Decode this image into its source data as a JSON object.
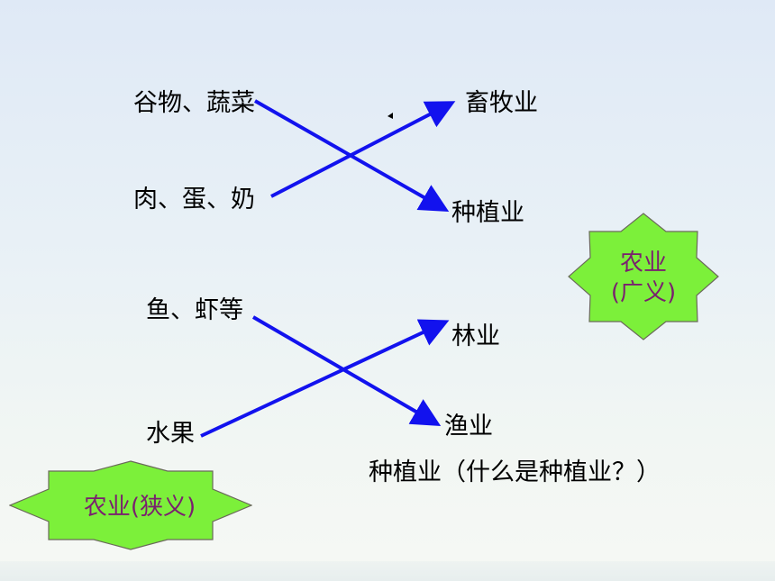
{
  "left_items": {
    "grain": "谷物、蔬菜",
    "meat": "肉、蛋、奶",
    "fish": "鱼、虾等",
    "fruit": "水果"
  },
  "right_items": {
    "animal_husbandry": "畜牧业",
    "planting": "种植业",
    "forestry": "林业",
    "fishery": "渔业"
  },
  "question": "种植业（什么是种植业？）",
  "broad_badge": {
    "line1": "农业",
    "line2": "(广义)"
  },
  "narrow_badge": {
    "text": "农业(狭义)"
  },
  "colors": {
    "arrow": "#1212ee",
    "badge_fill": "#7cf03a",
    "badge_text": "#7a1f6f"
  }
}
